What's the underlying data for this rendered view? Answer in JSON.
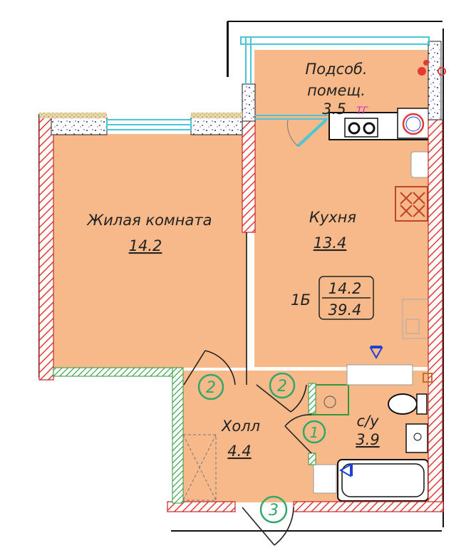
{
  "rooms": {
    "utility": {
      "name_line1": "Подсоб.",
      "name_line2": "помещ.",
      "area": "3.5"
    },
    "living": {
      "name": "Жилая комната",
      "area": "14.2"
    },
    "kitchen": {
      "name": "Кухня",
      "area": "13.4"
    },
    "hall": {
      "name": "Холл",
      "area": "4.4"
    },
    "bathroom": {
      "name": "с/у",
      "area": "3.9"
    }
  },
  "apartment": {
    "type": "1Б",
    "living_area": "14.2",
    "total_area": "39.4"
  },
  "labels": {
    "gas_meter": "ТГ"
  },
  "door_markers": [
    "2",
    "2",
    "1",
    "3"
  ],
  "colors": {
    "floor": "#F7B98A",
    "wall_hatch": "#E53935",
    "partition_green": "#2E9B3C",
    "window": "#49C6D8",
    "marker": "#2FA86A",
    "tag_blue": "#1E3FD8",
    "gas_pink": "#D534C3"
  }
}
